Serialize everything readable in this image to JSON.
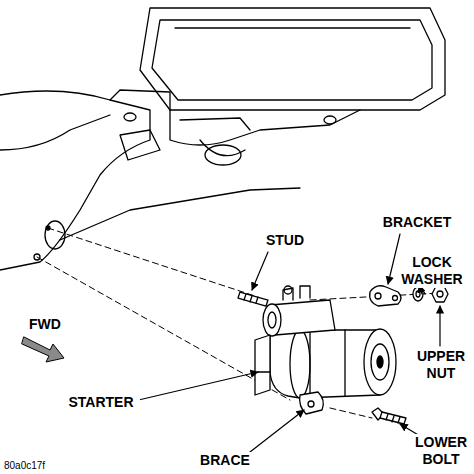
{
  "diagram": {
    "labels": [
      "BRACKET",
      "LOCK WASHER",
      "STUD",
      "FWD",
      "UPPER NUT",
      "STARTER",
      "BRACE",
      "LOWER BOLT",
      "80a0c17f"
    ]
  }
}
